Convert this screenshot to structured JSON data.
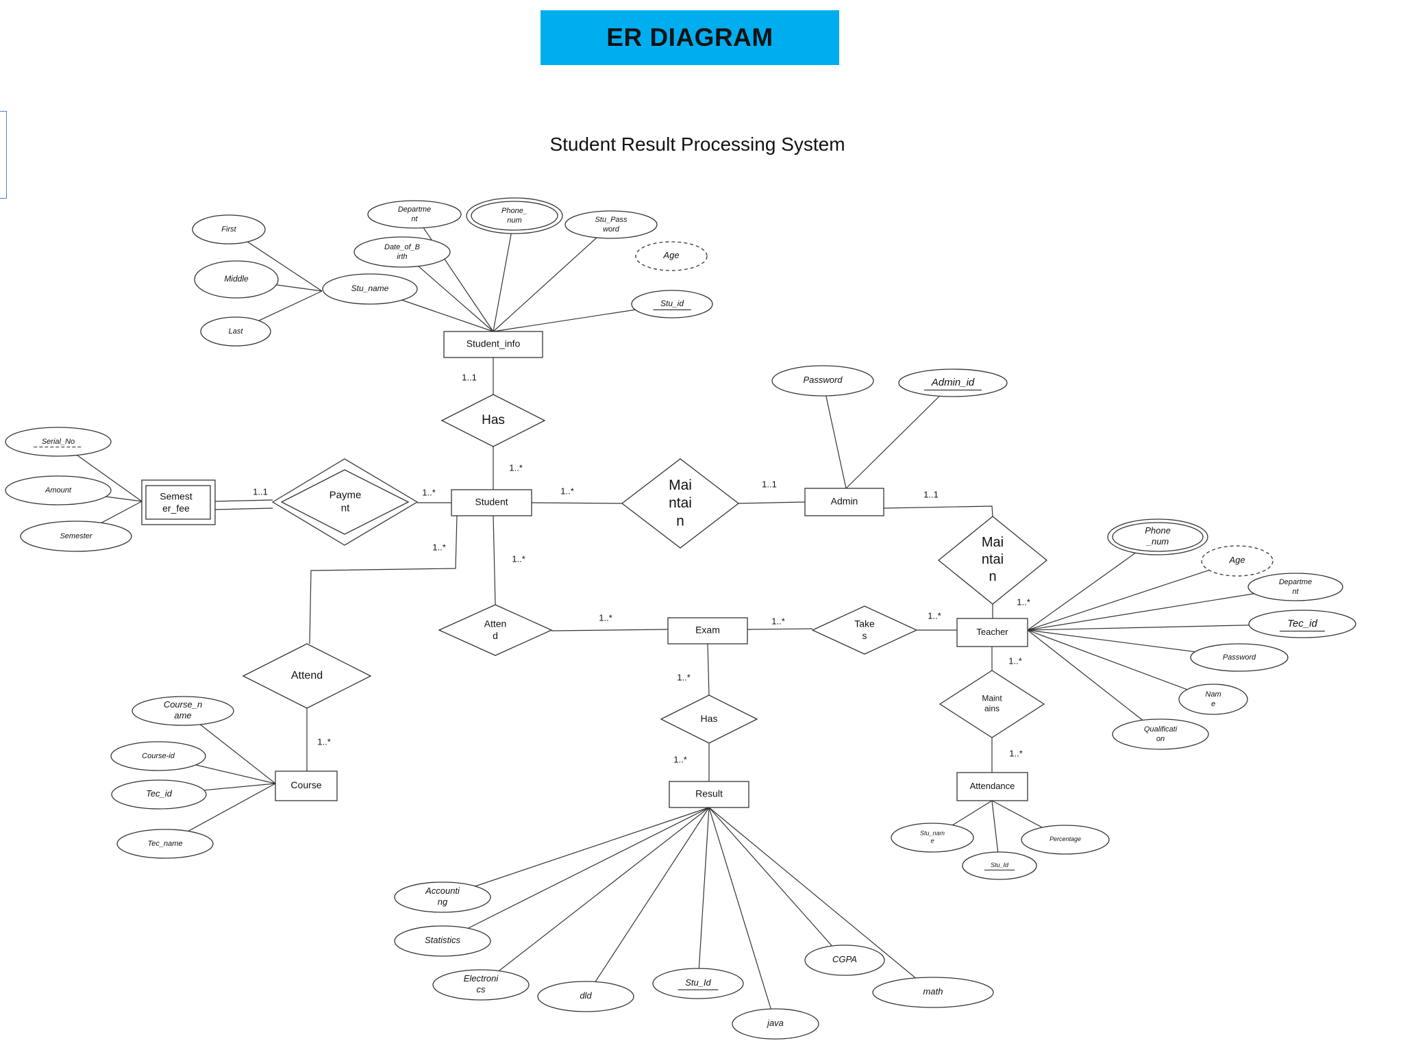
{
  "header": {
    "banner": "ER DIAGRAM",
    "subtitle": "Student Result Processing System"
  },
  "entities": {
    "student_info": "Student_info",
    "student": "Student",
    "admin": "Admin",
    "teacher": "Teacher",
    "exam": "Exam",
    "result": "Result",
    "course": "Course",
    "attendance": "Attendance",
    "semester_fee": [
      "Semest",
      "er_fee"
    ]
  },
  "relationships": {
    "has_top": [
      "Has"
    ],
    "payment": [
      "Payme",
      "nt"
    ],
    "maintain_admin": [
      "Mai",
      "ntai",
      "n"
    ],
    "maintain_teacher": [
      "Mai",
      "ntai",
      "n"
    ],
    "attend_exam": [
      "Atten",
      "d"
    ],
    "attend_course": [
      "Attend"
    ],
    "takes": [
      "Take",
      "s"
    ],
    "has_result": [
      "Has"
    ],
    "maintains": [
      "Maint",
      "ains"
    ]
  },
  "attributes": {
    "student_info": {
      "first": [
        "First"
      ],
      "middle": [
        "Middle"
      ],
      "last": [
        "Last"
      ],
      "stu_name": [
        "Stu_name"
      ],
      "date_of_birth": [
        "Date_of_B",
        "irth"
      ],
      "department": [
        "Departme",
        "nt"
      ],
      "phone_num": [
        "Phone_",
        "num"
      ],
      "stu_password": [
        "Stu_Pass",
        "word"
      ],
      "age": [
        "Age"
      ],
      "stu_id": [
        "Stu_id"
      ]
    },
    "admin": {
      "password": [
        "Password"
      ],
      "admin_id": [
        "Admin_id"
      ]
    },
    "semester_fee": {
      "serial_no": [
        "Serial_No"
      ],
      "amount": [
        "Amount"
      ],
      "semester": [
        "Semester"
      ]
    },
    "teacher": {
      "phone_num": [
        "Phone",
        "_num"
      ],
      "age": [
        "Age"
      ],
      "department": [
        "Departme",
        "nt"
      ],
      "tec_id": [
        "Tec_id"
      ],
      "password": [
        "Password"
      ],
      "name": [
        "Nam",
        "e"
      ],
      "qualification": [
        "Qualificati",
        "on"
      ]
    },
    "course": {
      "course_name": [
        "Course_n",
        "ame"
      ],
      "course_id": [
        "Course-id"
      ],
      "tec_id": [
        "Tec_id"
      ],
      "tec_name": [
        "Tec_name"
      ]
    },
    "attendance": {
      "stu_name": [
        "Stu_nam",
        "e"
      ],
      "stu_id": [
        "Stu_Id"
      ],
      "percentage": [
        "Percentage"
      ]
    },
    "result": {
      "accounting": [
        "Accounti",
        "ng"
      ],
      "statistics": [
        "Statistics"
      ],
      "electronics": [
        "Electroni",
        "cs"
      ],
      "dld": [
        "dld"
      ],
      "stu_id": [
        "Stu_Id"
      ],
      "java": [
        "java"
      ],
      "cgpa": [
        "CGPA"
      ],
      "math": [
        "math"
      ]
    }
  },
  "cardinalities": {
    "si_has": "1..1",
    "has_student": "1..*",
    "semfee_pay": "1..1",
    "pay_student": "1..*",
    "student_maintain": "1..*",
    "maintain_admin": "1..1",
    "admin_maintain": "1..1",
    "maintain_teacher": "1..*",
    "student_attend_course": "1..*",
    "attend_course": "1..*",
    "student_attend_exam": "1..*",
    "attend_exam": "1..*",
    "exam_takes": "1..*",
    "takes_teacher": "1..*",
    "exam_has": "1..*",
    "has_result": "1..*",
    "teacher_maintains": "1..*",
    "maintains_attendance": "1..*"
  }
}
